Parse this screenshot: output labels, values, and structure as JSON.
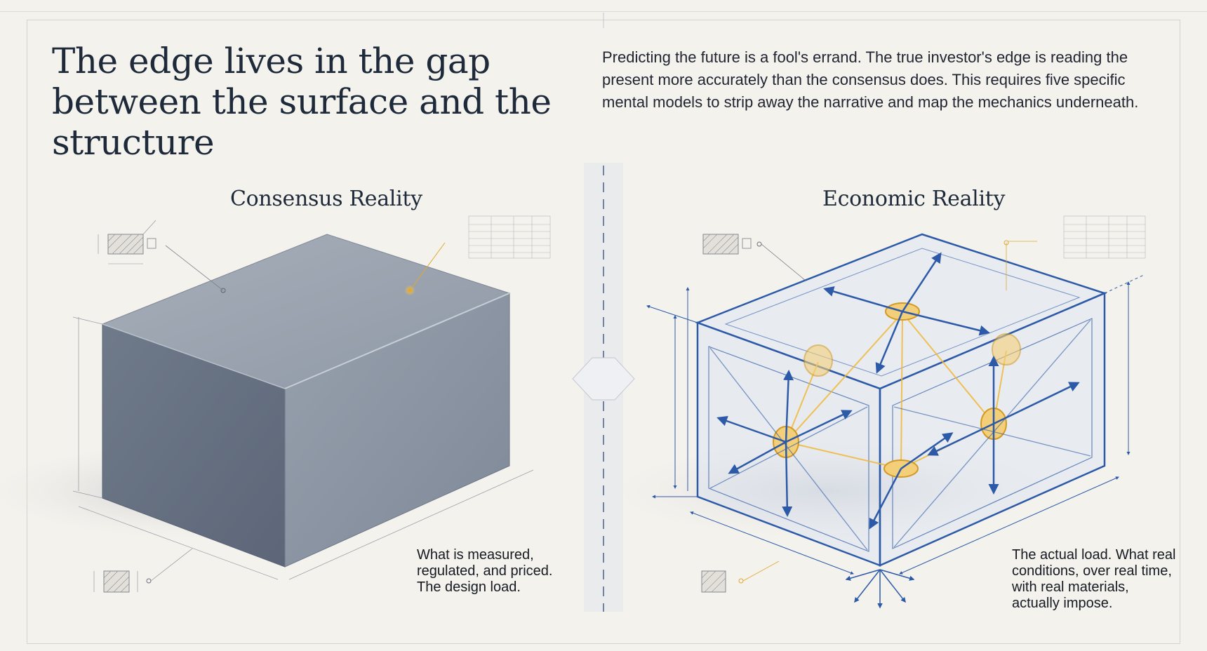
{
  "header": {
    "headline": "The edge lives in the gap between the surface and the structure",
    "intro": "Predicting the future is a fool's errand. The true investor's edge is reading the present more accurately than the consensus does. This requires five specific mental models to strip away the narrative and map the mechanics underneath."
  },
  "panels": {
    "left": {
      "title": "Consensus Reality",
      "caption": "What is measured, regulated, and priced. The design load."
    },
    "right": {
      "title": "Economic Reality",
      "caption": "The actual load. What real conditions, over real time, with real materials, actually impose."
    }
  },
  "colors": {
    "background": "#f4f2ed",
    "solid_block": "#8a94a3",
    "structure_blue": "#2c5aa8",
    "load_gold": "#e0a830"
  }
}
